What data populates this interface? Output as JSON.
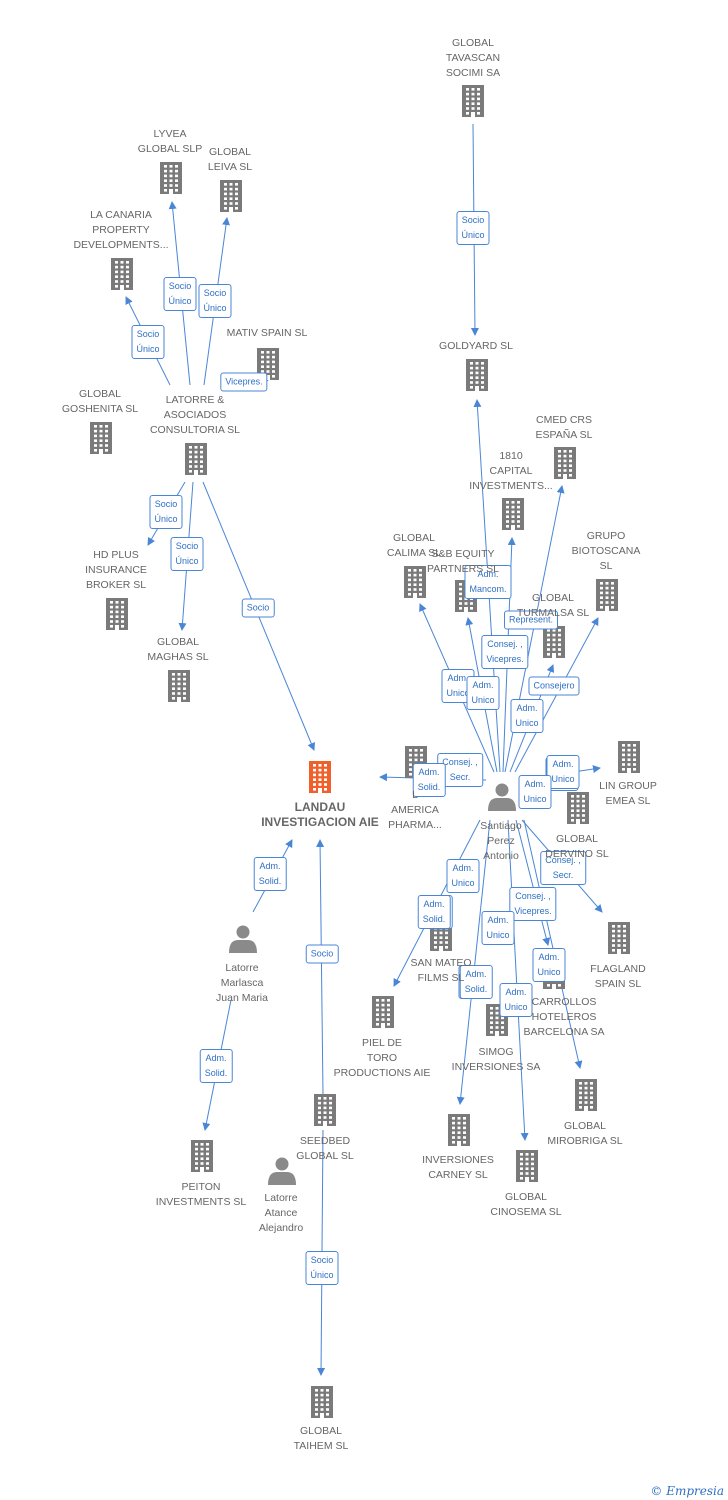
{
  "brand": "© Empresia",
  "colors": {
    "edge": "#4a86d6",
    "company_icon": "#7a7a7a",
    "main_icon": "#f0602a",
    "person_icon": "#8a8a8a"
  },
  "nodes": [
    {
      "id": "tavascan",
      "type": "company",
      "label": "GLOBAL\nTAVASCAN\nSOCIMI SA"
    },
    {
      "id": "lyvea",
      "type": "company",
      "label": "LYVEA\nGLOBAL  SLP"
    },
    {
      "id": "leiva",
      "type": "company",
      "label": "GLOBAL\nLEIVA  SL"
    },
    {
      "id": "canaria",
      "type": "company",
      "label": "LA CANARIA\nPROPERTY\nDEVELOPMENTS..."
    },
    {
      "id": "mativ",
      "type": "company",
      "label": "MATIV SPAIN  SL"
    },
    {
      "id": "goldyard",
      "type": "company",
      "label": "GOLDYARD SL"
    },
    {
      "id": "goshenita",
      "type": "company",
      "label": "GLOBAL\nGOSHENITA SL"
    },
    {
      "id": "latorre_asoc",
      "type": "company",
      "label": "LATORRE &\nASOCIADOS\nCONSULTORIA SL"
    },
    {
      "id": "cmed",
      "type": "company",
      "label": "CMED CRS\nESPAÑA  SL"
    },
    {
      "id": "capital1810",
      "type": "company",
      "label": "1810\nCAPITAL\nINVESTMENTS..."
    },
    {
      "id": "hdplus",
      "type": "company",
      "label": "HD PLUS\nINSURANCE\nBROKER  SL"
    },
    {
      "id": "calima",
      "type": "company",
      "label": "GLOBAL\nCALIMA SL"
    },
    {
      "id": "sb_equity",
      "type": "company",
      "label": "S&B EQUITY\nPARTNERS  SL"
    },
    {
      "id": "biotoscana",
      "type": "company",
      "label": "GRUPO\nBIOTOSCANA\nSL"
    },
    {
      "id": "turmalsa",
      "type": "company",
      "label": "GLOBAL\nTURMALSA SL"
    },
    {
      "id": "maghas",
      "type": "company",
      "label": "GLOBAL\nMAGHAS  SL"
    },
    {
      "id": "landau",
      "type": "main",
      "label": "LANDAU\nINVESTIGACION AIE"
    },
    {
      "id": "america",
      "type": "company",
      "label": "L\nAMERICA\nPHARMA..."
    },
    {
      "id": "lin",
      "type": "company",
      "label": "LIN GROUP\nEMEA  SL"
    },
    {
      "id": "santiago",
      "type": "person",
      "label": "Santiago\nPerez\nAntonio"
    },
    {
      "id": "dervino",
      "type": "company",
      "label": "GLOBAL\nDERVINO SL"
    },
    {
      "id": "marlasca",
      "type": "person",
      "label": "Latorre\nMarlasca\nJuan Maria"
    },
    {
      "id": "flagland",
      "type": "company",
      "label": "FLAGLAND\nSPAIN SL"
    },
    {
      "id": "sanmateo",
      "type": "company",
      "label": "SAN MATEO\nFILMS SL"
    },
    {
      "id": "carrollos",
      "type": "company",
      "label": "CARROLLOS\nHOTELEROS\nBARCELONA SA"
    },
    {
      "id": "piel",
      "type": "company",
      "label": "PIEL DE\nTORO\nPRODUCTIONS AIE"
    },
    {
      "id": "simog",
      "type": "company",
      "label": "SIMOG\nINVERSIONES SA"
    },
    {
      "id": "mirobriga",
      "type": "company",
      "label": "GLOBAL\nMIROBRIGA SL"
    },
    {
      "id": "seedbed",
      "type": "company",
      "label": "SEEDBED\nGLOBAL  SL"
    },
    {
      "id": "peiton",
      "type": "company",
      "label": "PEITON\nINVESTMENTS SL"
    },
    {
      "id": "atance",
      "type": "person",
      "label": "Latorre\nAtance\nAlejandro"
    },
    {
      "id": "carney",
      "type": "company",
      "label": "INVERSIONES\nCARNEY SL"
    },
    {
      "id": "cinosema",
      "type": "company",
      "label": "GLOBAL\nCINOSEMA SL"
    },
    {
      "id": "taihem",
      "type": "company",
      "label": "GLOBAL\nTAIHEM SL"
    }
  ],
  "edges": [
    {
      "from": "tavascan",
      "to": "goldyard",
      "role": "Socio\nÚnico"
    },
    {
      "from": "latorre_asoc",
      "to": "lyvea",
      "role": "Socio\nÚnico"
    },
    {
      "from": "latorre_asoc",
      "to": "leiva",
      "role": "Socio\nÚnico"
    },
    {
      "from": "latorre_asoc",
      "to": "canaria",
      "role": "Socio\nÚnico"
    },
    {
      "from": "latorre_asoc",
      "to": "mativ",
      "role": "Vicepres."
    },
    {
      "from": "latorre_asoc",
      "to": "hdplus",
      "role": "Socio\nÚnico"
    },
    {
      "from": "latorre_asoc",
      "to": "maghas",
      "role": "Socio\nÚnico"
    },
    {
      "from": "latorre_asoc",
      "to": "landau",
      "role": "Socio"
    },
    {
      "from": "santiago",
      "to": "goldyard",
      "role": ""
    },
    {
      "from": "santiago",
      "to": "cmed",
      "role": ""
    },
    {
      "from": "santiago",
      "to": "capital1810",
      "role": "Adm.\nMancom."
    },
    {
      "from": "santiago",
      "to": "calima",
      "role": "Adm.\nUnico"
    },
    {
      "from": "santiago",
      "to": "sb_equity",
      "role": "Consej. ,\nVicepres."
    },
    {
      "from": "santiago",
      "to": "turmalsa",
      "role": "Represent."
    },
    {
      "from": "santiago",
      "to": "biotoscana",
      "role": "Consejero"
    },
    {
      "from": "santiago",
      "to": "landau",
      "role": "Consej. ,\nSecr."
    },
    {
      "from": "santiago",
      "to": "lin",
      "role": "Adm.\nUnico"
    },
    {
      "from": "santiago",
      "to": "flagland",
      "role": "Consej. ,\nSecr."
    },
    {
      "from": "santiago",
      "to": "sanmateo",
      "role": "Adm.\nSolid."
    },
    {
      "from": "santiago",
      "to": "carney",
      "role": "Adm.\nUnico"
    },
    {
      "from": "santiago",
      "to": "cinosema",
      "role": "Adm.\nUnico"
    },
    {
      "from": "santiago",
      "to": "mirobriga",
      "role": "Adm.\nUnico"
    },
    {
      "from": "santiago",
      "to": "carrollos",
      "role": "Consej. ,\nVicepres."
    },
    {
      "from": "marlasca",
      "to": "landau",
      "role": "Adm.\nSolid."
    },
    {
      "from": "marlasca",
      "to": "peiton",
      "role": "Adm.\nSolid."
    },
    {
      "from": "seedbed",
      "to": "landau",
      "role": "Socio"
    },
    {
      "from": "seedbed",
      "to": "taihem",
      "role": "Socio\nÚnico"
    }
  ],
  "extra_roles": [
    {
      "role": "Adm.\nUnico"
    },
    {
      "role": "Adm.\nUnico"
    },
    {
      "role": "Adm.\nSolid."
    },
    {
      "role": "Adm.\nUnico"
    },
    {
      "role": "Adm.\nUnico"
    },
    {
      "role": "Adm.\nUnico"
    },
    {
      "role": "Adm.\nUnico"
    },
    {
      "role": "Adm.\nSolid."
    },
    {
      "role": "Adm.\nSolid."
    }
  ]
}
